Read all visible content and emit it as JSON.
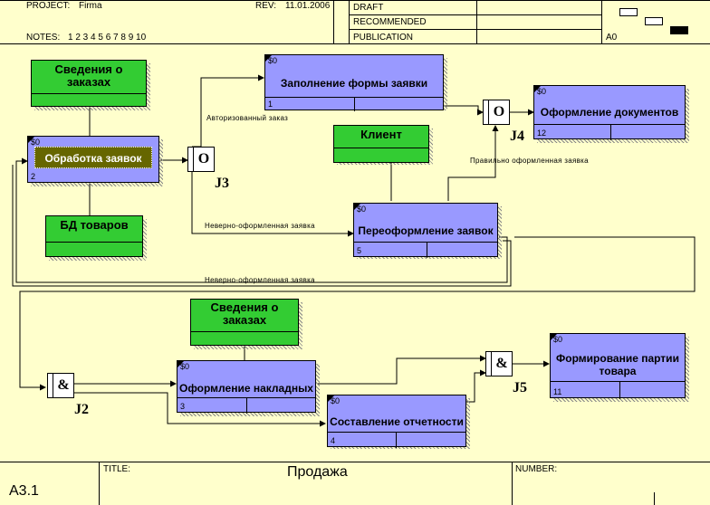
{
  "header": {
    "project_label": "PROJECT:",
    "project_value": "Firma",
    "rev_label": "REV:",
    "rev_value": "11.01.2006",
    "notes_label": "NOTES:",
    "notes_values": "1  2  3  4  5  6  7  8  9  10",
    "status": [
      "DRAFT",
      "RECOMMENDED",
      "PUBLICATION"
    ],
    "context_label": "A0"
  },
  "activities": [
    {
      "id": "a1",
      "cost": "$0",
      "label": "Обработка заявок",
      "num": "2"
    },
    {
      "id": "a2",
      "cost": "$0",
      "label": "Заполнение формы заявки",
      "num": "1"
    },
    {
      "id": "a3",
      "cost": "$0",
      "label": "Оформление документов",
      "num": "12"
    },
    {
      "id": "a4",
      "cost": "$0",
      "label": "Переоформление заявок",
      "num": "5"
    },
    {
      "id": "a5",
      "cost": "$0",
      "label": "Оформление накладных",
      "num": "3"
    },
    {
      "id": "a6",
      "cost": "$0",
      "label": "Составление отчетности",
      "num": "4"
    },
    {
      "id": "a7",
      "cost": "$0",
      "label": "Формирование партии товара",
      "num": "11"
    }
  ],
  "data_stores": [
    {
      "id": "d1",
      "label": "Сведения о заказах"
    },
    {
      "id": "d2",
      "label": "БД товаров"
    },
    {
      "id": "d3",
      "label": "Клиент"
    },
    {
      "id": "d4",
      "label": "Сведения о заказах"
    }
  ],
  "junctions": [
    {
      "id": "j3",
      "symbol": "O",
      "label": "J3"
    },
    {
      "id": "j4",
      "symbol": "O",
      "label": "J4"
    },
    {
      "id": "j2",
      "symbol": "&",
      "label": "J2"
    },
    {
      "id": "j5",
      "symbol": "&",
      "label": "J5"
    }
  ],
  "arrow_labels": [
    "Авторизованный заказ",
    "Правильно оформленная заявка",
    "Неверно-оформленная заявка",
    "Неверно-оформленная заявка"
  ],
  "footer": {
    "node_value": "A3.1",
    "title_label": "TITLE:",
    "title_value": "Продажа",
    "number_label": "NUMBER:"
  },
  "colors": {
    "background": "#ffffcc",
    "activity": "#9999ff",
    "data_store": "#33cc33",
    "selected": "#666600"
  }
}
